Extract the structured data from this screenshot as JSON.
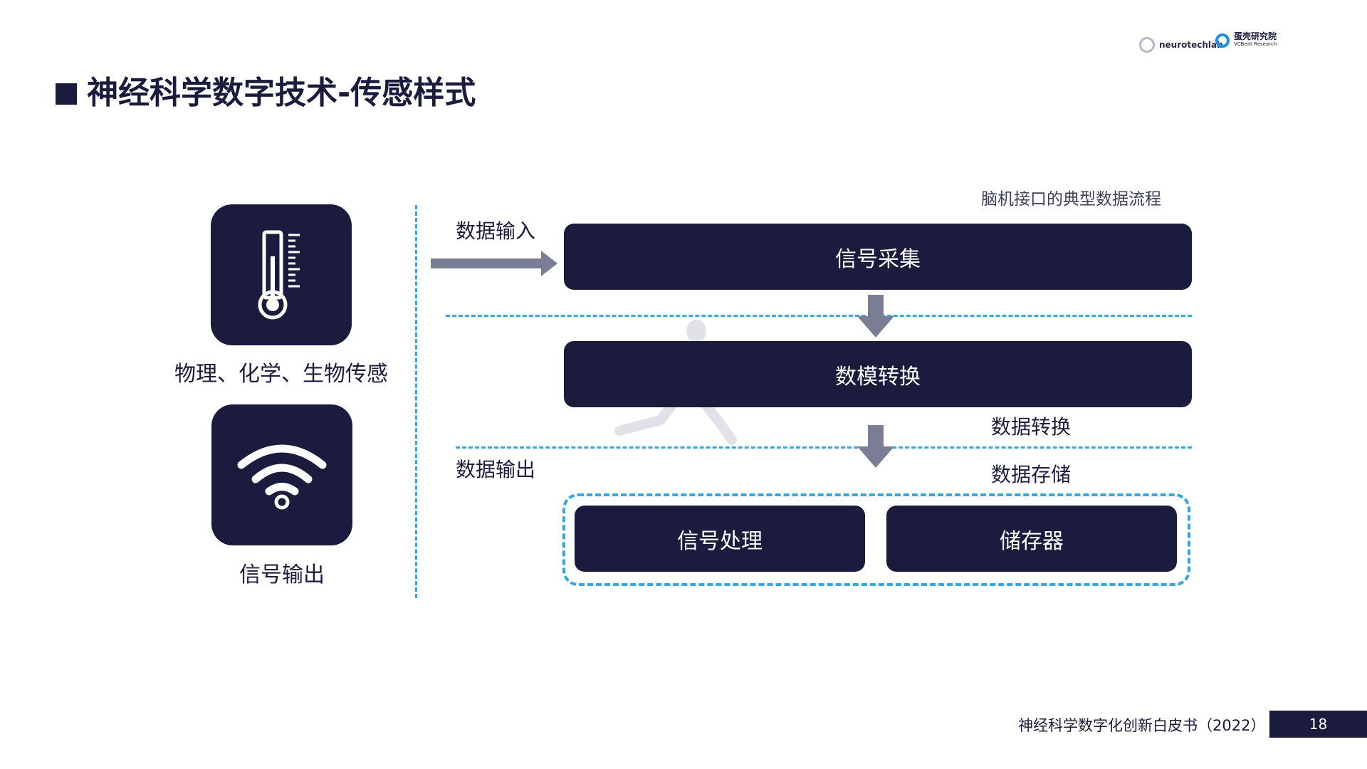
{
  "header": {
    "title": "神经科学数字技术-传感样式",
    "logos": {
      "neurotech": "neurotechlab",
      "vcbeat_cn": "蛋壳研究院",
      "vcbeat_en": "VCBeat Research"
    }
  },
  "left_panel": {
    "sensing": {
      "icon": "thermometer-icon",
      "label": "物理、化学、生物传感"
    },
    "output": {
      "icon": "wifi-icon",
      "label": "信号输出"
    }
  },
  "flow": {
    "title": "脑机接口的典型数据流程",
    "input_label": "数据输入",
    "output_label": "数据输出",
    "conversion_label": "数据转换",
    "storage_label": "数据存储",
    "steps": {
      "acquire": "信号采集",
      "adc": "数模转换",
      "process": "信号处理",
      "storage": "储存器"
    }
  },
  "footer": {
    "title": "神经科学数字化创新白皮书（2022）",
    "page": "18"
  },
  "colors": {
    "navy": "#1b1c3d",
    "accent_blue": "#35a7df",
    "arrow_gray": "#7b7d94"
  }
}
